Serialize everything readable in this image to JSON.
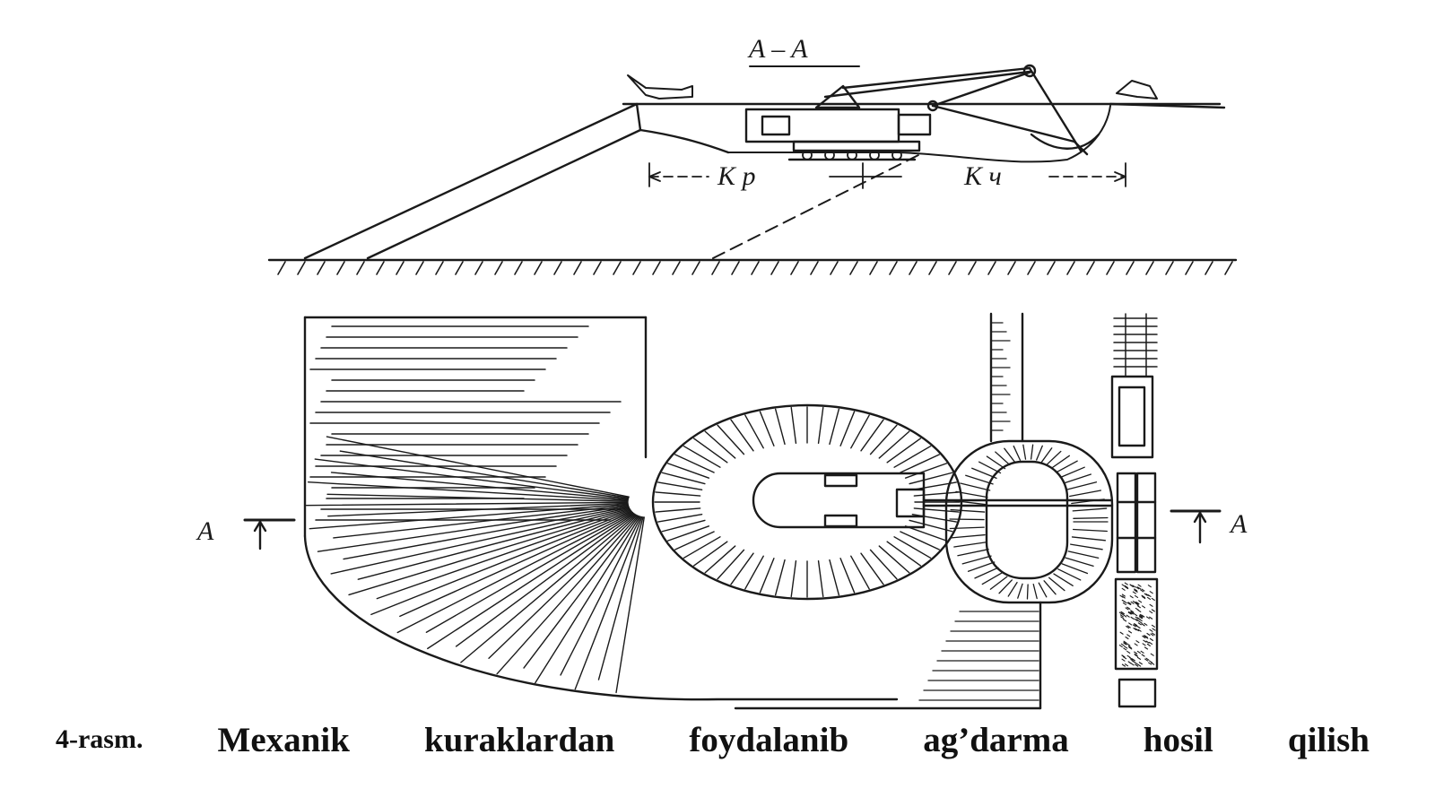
{
  "section_label": "A – A",
  "section_marker_left": "A",
  "section_marker_right": "A",
  "dim_left": "K p",
  "dim_right": "K ч",
  "caption": {
    "number": "4-rasm.",
    "words": [
      "Mexanik",
      "kuraklardan",
      "foydalanib",
      "ag’darma",
      "hosil",
      "qilish"
    ]
  },
  "colors": {
    "ink": "#1a1a1a",
    "background": "#ffffff"
  }
}
